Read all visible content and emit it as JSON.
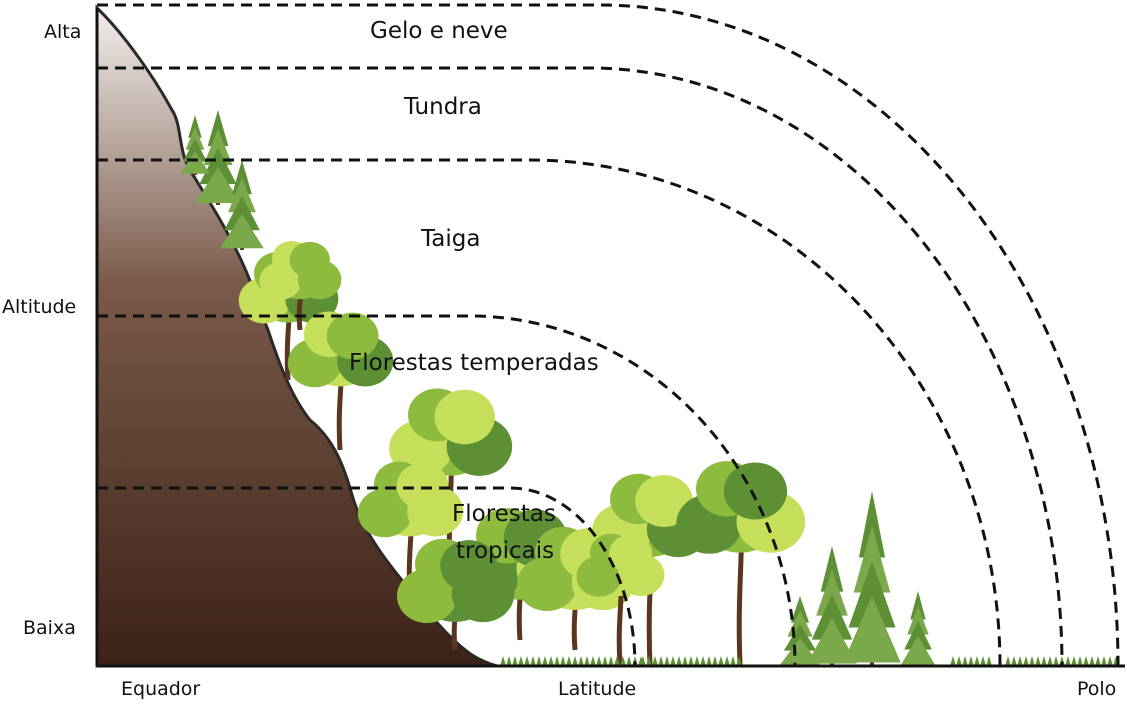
{
  "axis": {
    "y_title": "Altitude",
    "y_high": "Alta",
    "y_low": "Baixa",
    "x_title": "Latitude",
    "x_left": "Equador",
    "x_right": "Polo"
  },
  "zones": [
    {
      "id": "ice",
      "label": "Gelo e neve"
    },
    {
      "id": "tundra",
      "label": "Tundra"
    },
    {
      "id": "taiga",
      "label": "Taiga"
    },
    {
      "id": "temperate",
      "label": "Florestas temperadas"
    },
    {
      "id": "tropical",
      "label_line1": "Florestas",
      "label_line2": "tropicais"
    }
  ],
  "colors": {
    "mountain_top": "#f2eeec",
    "mountain_mid": "#7a5a4a",
    "mountain_base": "#3c2216",
    "leaf_dark": "#5d8f35",
    "leaf_mid": "#8dbb3e",
    "leaf_light": "#c5df5a",
    "conifer": "#7aa84a",
    "trunk": "#5a3620",
    "dash": "#111111"
  }
}
